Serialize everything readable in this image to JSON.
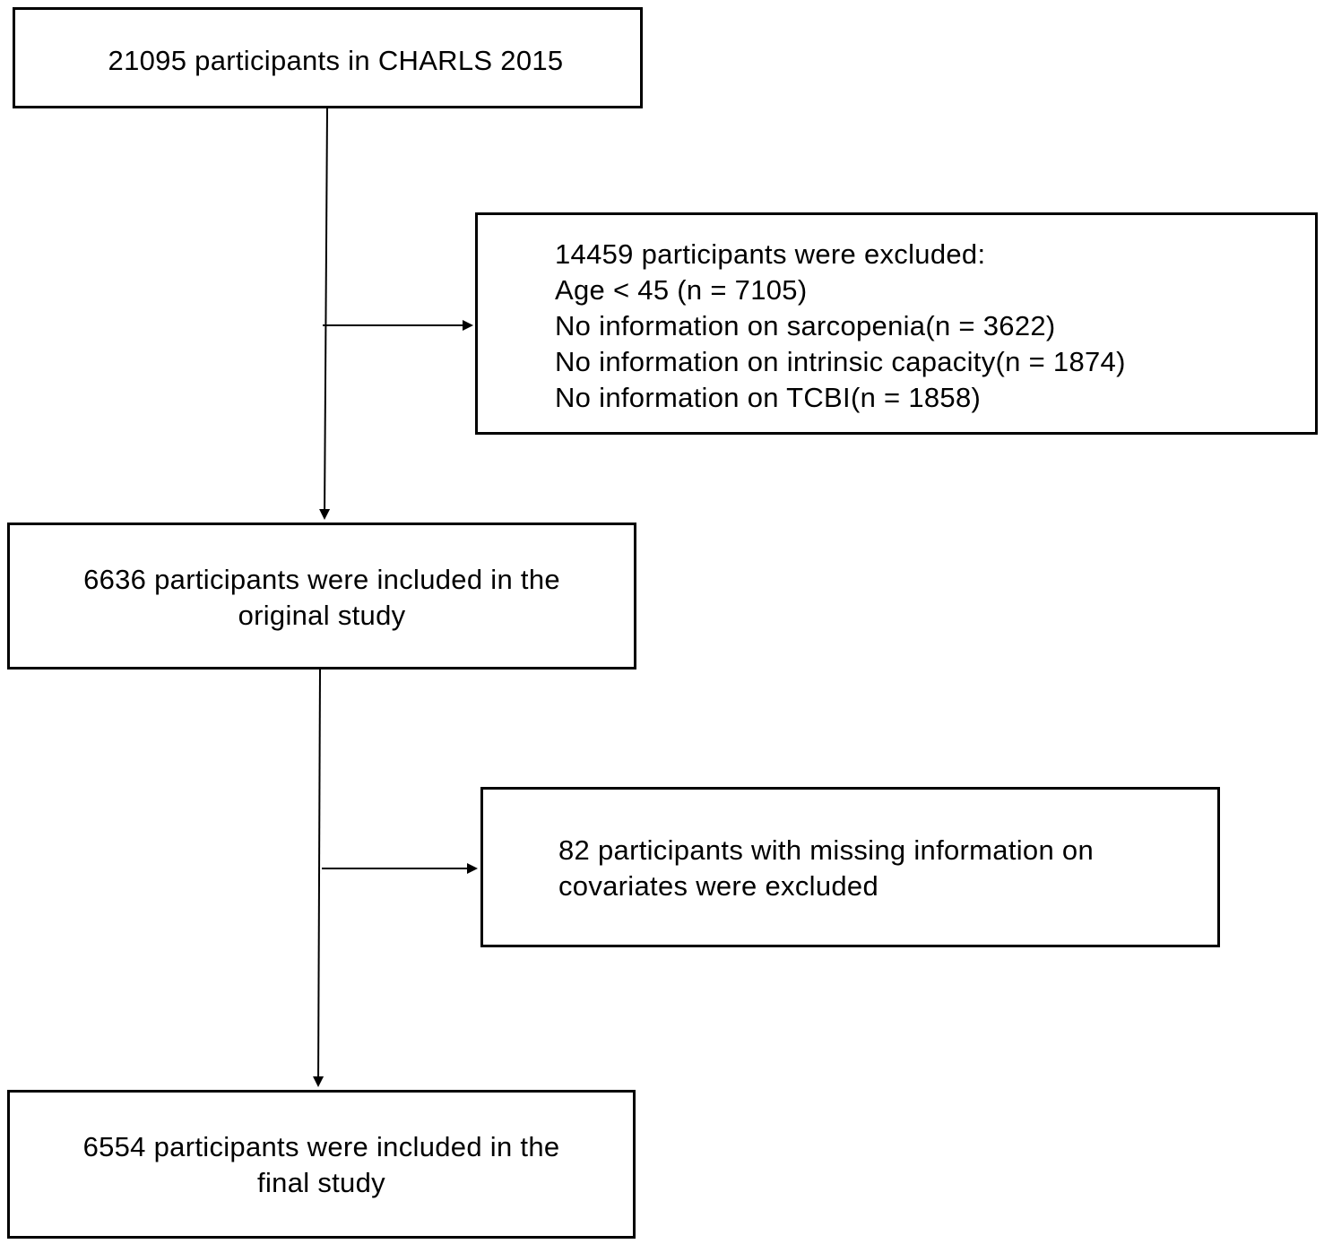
{
  "flowchart": {
    "start": {
      "lines": [
        "21095 participants in CHARLS 2015"
      ]
    },
    "exclusion_1": {
      "lines": [
        "14459 participants were excluded:",
        "Age < 45 (n = 7105)",
        "No information on sarcopenia(n = 3622)",
        "No information on intrinsic capacity(n = 1874)",
        "No information on TCBI(n = 1858)"
      ]
    },
    "original_study": {
      "lines": [
        "6636 participants were included in the",
        "original study"
      ]
    },
    "exclusion_2": {
      "lines": [
        "82 participants with missing information on",
        "covariates were excluded"
      ]
    },
    "final_study": {
      "lines": [
        "6554 participants were included in the",
        "final study"
      ]
    },
    "colors": {
      "stroke": "#000000",
      "background": "#ffffff"
    }
  }
}
